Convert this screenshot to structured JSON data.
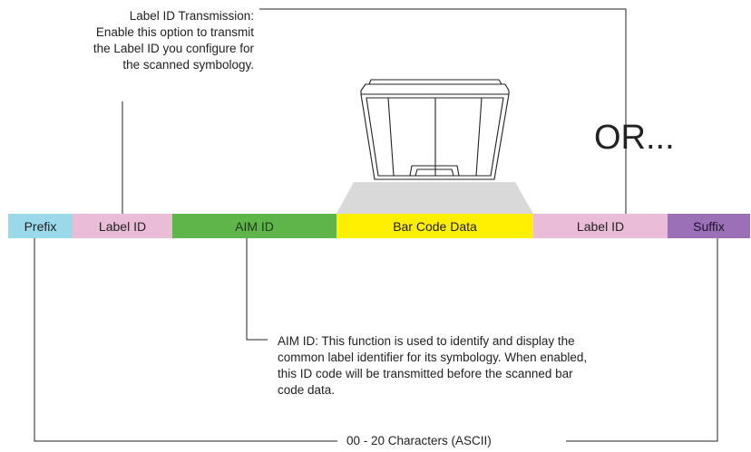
{
  "label_id_callout": {
    "lines": [
      "Label ID Transmission:",
      "Enable this option to transmit",
      "the Label ID you configure for",
      "the scanned symbology."
    ]
  },
  "or_text": "OR...",
  "segments": {
    "prefix": "Prefix",
    "label_id_before": "Label ID",
    "aim_id": "AIM ID",
    "bar_code_data": "Bar Code Data",
    "label_id_after": "Label ID",
    "suffix": "Suffix"
  },
  "aim_callout": {
    "lines": [
      "AIM ID: This function is used to identify and display the",
      "common label identifier for its symbology. When enabled,",
      "this ID code will be transmitted before the scanned bar",
      "code data."
    ]
  },
  "range_label": "00 - 20 Characters (ASCII)",
  "colors": {
    "prefix": "#99d9ea",
    "label_id": "#eabcd8",
    "aim_id": "#5fb54a",
    "bar_code_data": "#ffef00",
    "suffix": "#9c70b6",
    "scanner_beam": "#d9d9d9"
  }
}
